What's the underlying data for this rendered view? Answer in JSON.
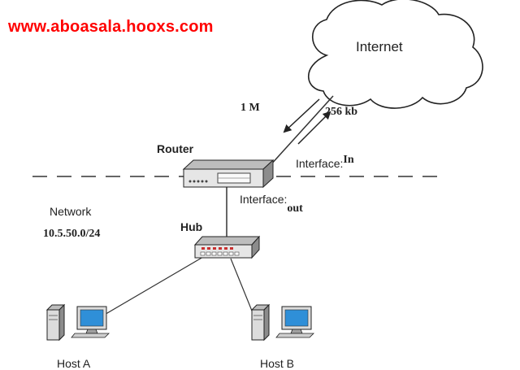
{
  "watermark": "www.aboasala.hooxs.com",
  "cloud": {
    "label": "Internet"
  },
  "links": {
    "downstream_speed": "1 M",
    "upstream_speed": "256 kb"
  },
  "router": {
    "label": "Router"
  },
  "interfaces": {
    "in_prefix": "Interface:",
    "in_name": "In",
    "out_prefix": "Interface:",
    "out_name": "out"
  },
  "network": {
    "label": "Network",
    "subnet": "10.5.50.0/24"
  },
  "hub": {
    "label": "Hub"
  },
  "hosts": [
    {
      "label": "Host A"
    },
    {
      "label": "Host B"
    }
  ],
  "colors": {
    "watermark": "#ff0000",
    "ink": "#222222",
    "device_face": "#e6e6e6",
    "device_top": "#bdbdbd",
    "led": "#c83030",
    "screen": "#2f8fd8"
  }
}
